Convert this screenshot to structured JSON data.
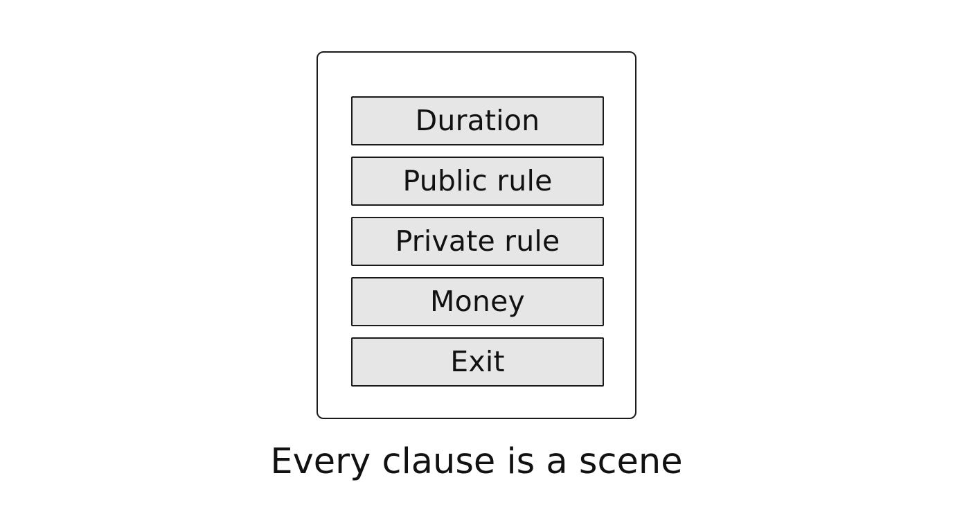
{
  "panel": {
    "items": [
      {
        "label": "Duration"
      },
      {
        "label": "Public rule"
      },
      {
        "label": "Private rule"
      },
      {
        "label": "Money"
      },
      {
        "label": "Exit"
      }
    ]
  },
  "caption": "Every clause is a scene",
  "colors": {
    "background": "#ffffff",
    "border": "#1a1a1a",
    "item_fill": "#e6e6e6",
    "text": "#111111"
  }
}
